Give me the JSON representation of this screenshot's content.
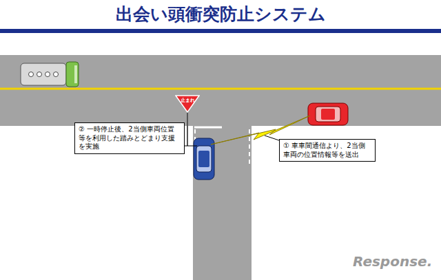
{
  "diagram": {
    "title": "出会い頭衝突防止システム",
    "nodes": [
      {
        "text": [
          "止まれ"
        ]
      },
      {
        "text": [
          "② 一時停止後、2当側車両位置等を利用した踏みとどまり支援を実施"
        ]
      },
      {
        "text": [
          "① 車車間通信より、2当側車両の位置情報等を送出"
        ]
      }
    ],
    "labels": [
      "Response."
    ]
  }
}
